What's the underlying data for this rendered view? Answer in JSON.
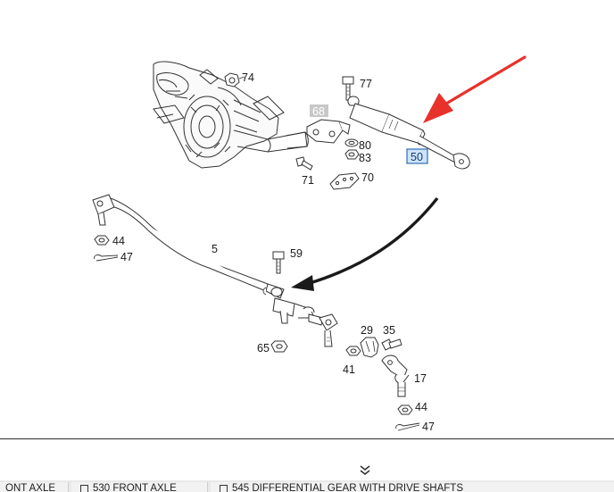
{
  "diagram": {
    "callouts": {
      "c74": "74",
      "c77": "77",
      "c68": "68",
      "c80": "80",
      "c83": "83",
      "c71": "71",
      "c70": "70",
      "c50": "50",
      "c5": "5",
      "c44a": "44",
      "c47a": "47",
      "c59": "59",
      "c65": "65",
      "c29": "29",
      "c35": "35",
      "c41": "41",
      "c17": "17",
      "c44b": "44",
      "c47b": "47"
    },
    "highlight_color": "#5aa0e6",
    "arrow_color": "#e8312a"
  },
  "footer": {
    "expand_icon": "double-chevron-down-icon",
    "tabs": [
      {
        "label": "ONT AXLE",
        "icon": "document-icon"
      },
      {
        "label": "530 FRONT AXLE",
        "icon": "document-icon"
      },
      {
        "label": "545 DIFFERENTIAL GEAR WITH DRIVE SHAFTS",
        "icon": "document-icon"
      }
    ]
  }
}
